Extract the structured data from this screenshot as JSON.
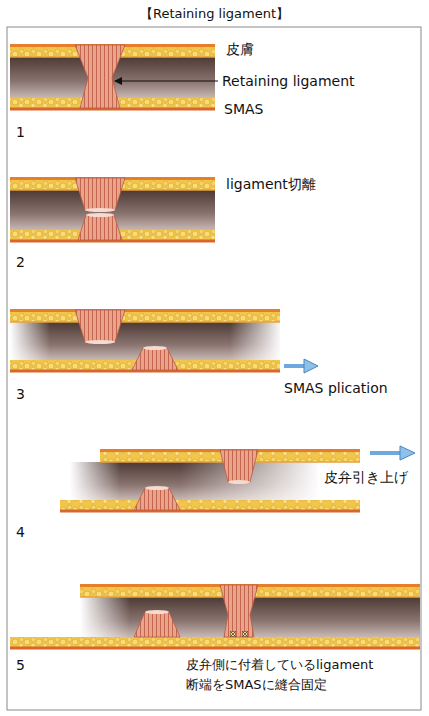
{
  "diagram": {
    "title": "【Retaining ligament】",
    "labels": [
      "皮膚",
      "Retaining ligament",
      "SMAS",
      "1",
      "ligament切離",
      "2",
      "3",
      "SMAS plication",
      "皮弁引き上げ",
      "4",
      "5",
      "皮弁側に付着しているligament 断端をSMASに縫合固定"
    ]
  }
}
